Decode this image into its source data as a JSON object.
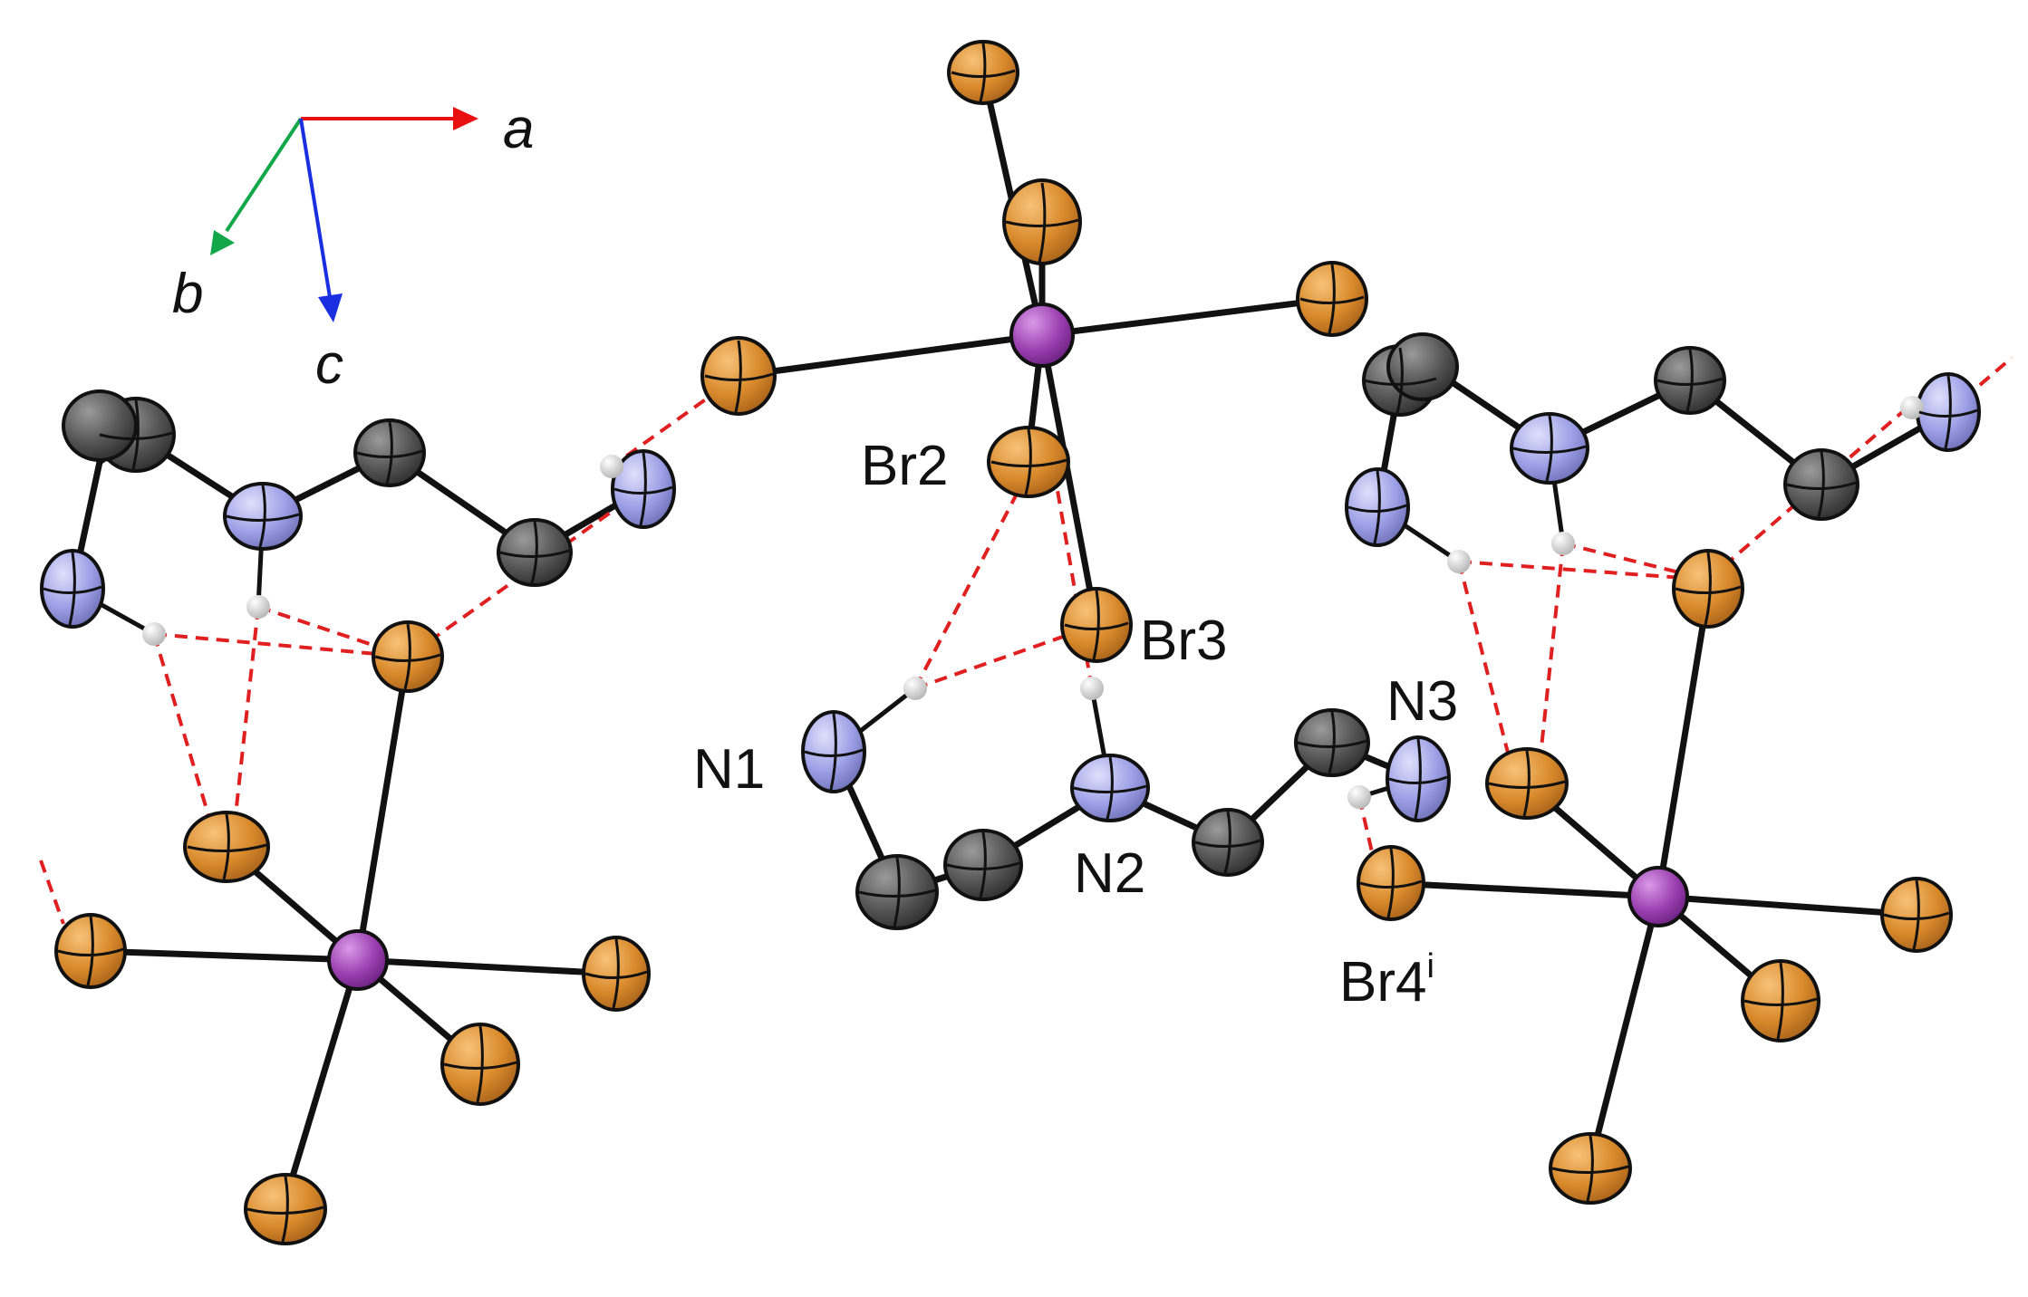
{
  "figure": {
    "colors": {
      "Br": "#d98a2b",
      "N": "#9da0e6",
      "C": "#555555",
      "metal": "#9b3fb0",
      "H": "#cfcfcf",
      "bond": "#111111",
      "hbond": "#e02020",
      "axis_a": "#e81010",
      "axis_b": "#12a84a",
      "axis_c": "#1a2fe0"
    },
    "axes": {
      "a": "a",
      "b": "b",
      "c": "c"
    },
    "labels": {
      "br2": "Br2",
      "br3": "Br3",
      "n1": "N1",
      "n2": "N2",
      "n3": "N3",
      "br4": "Br4",
      "br4_sup": "i"
    }
  }
}
